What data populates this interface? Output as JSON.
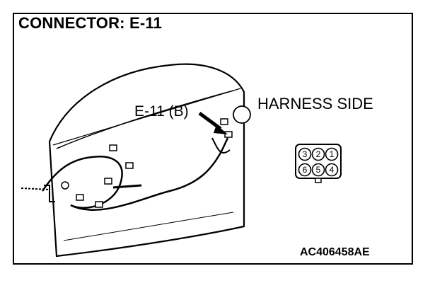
{
  "diagram": {
    "title": "CONNECTOR: E-11",
    "harness_side_label": "HARNESS SIDE",
    "callout_label": "E-11 (B)",
    "figure_code": "AC406458AE"
  },
  "connector": {
    "top_row_pins": [
      "3",
      "2",
      "1"
    ],
    "bottom_row_pins": [
      "6",
      "5",
      "4"
    ]
  }
}
